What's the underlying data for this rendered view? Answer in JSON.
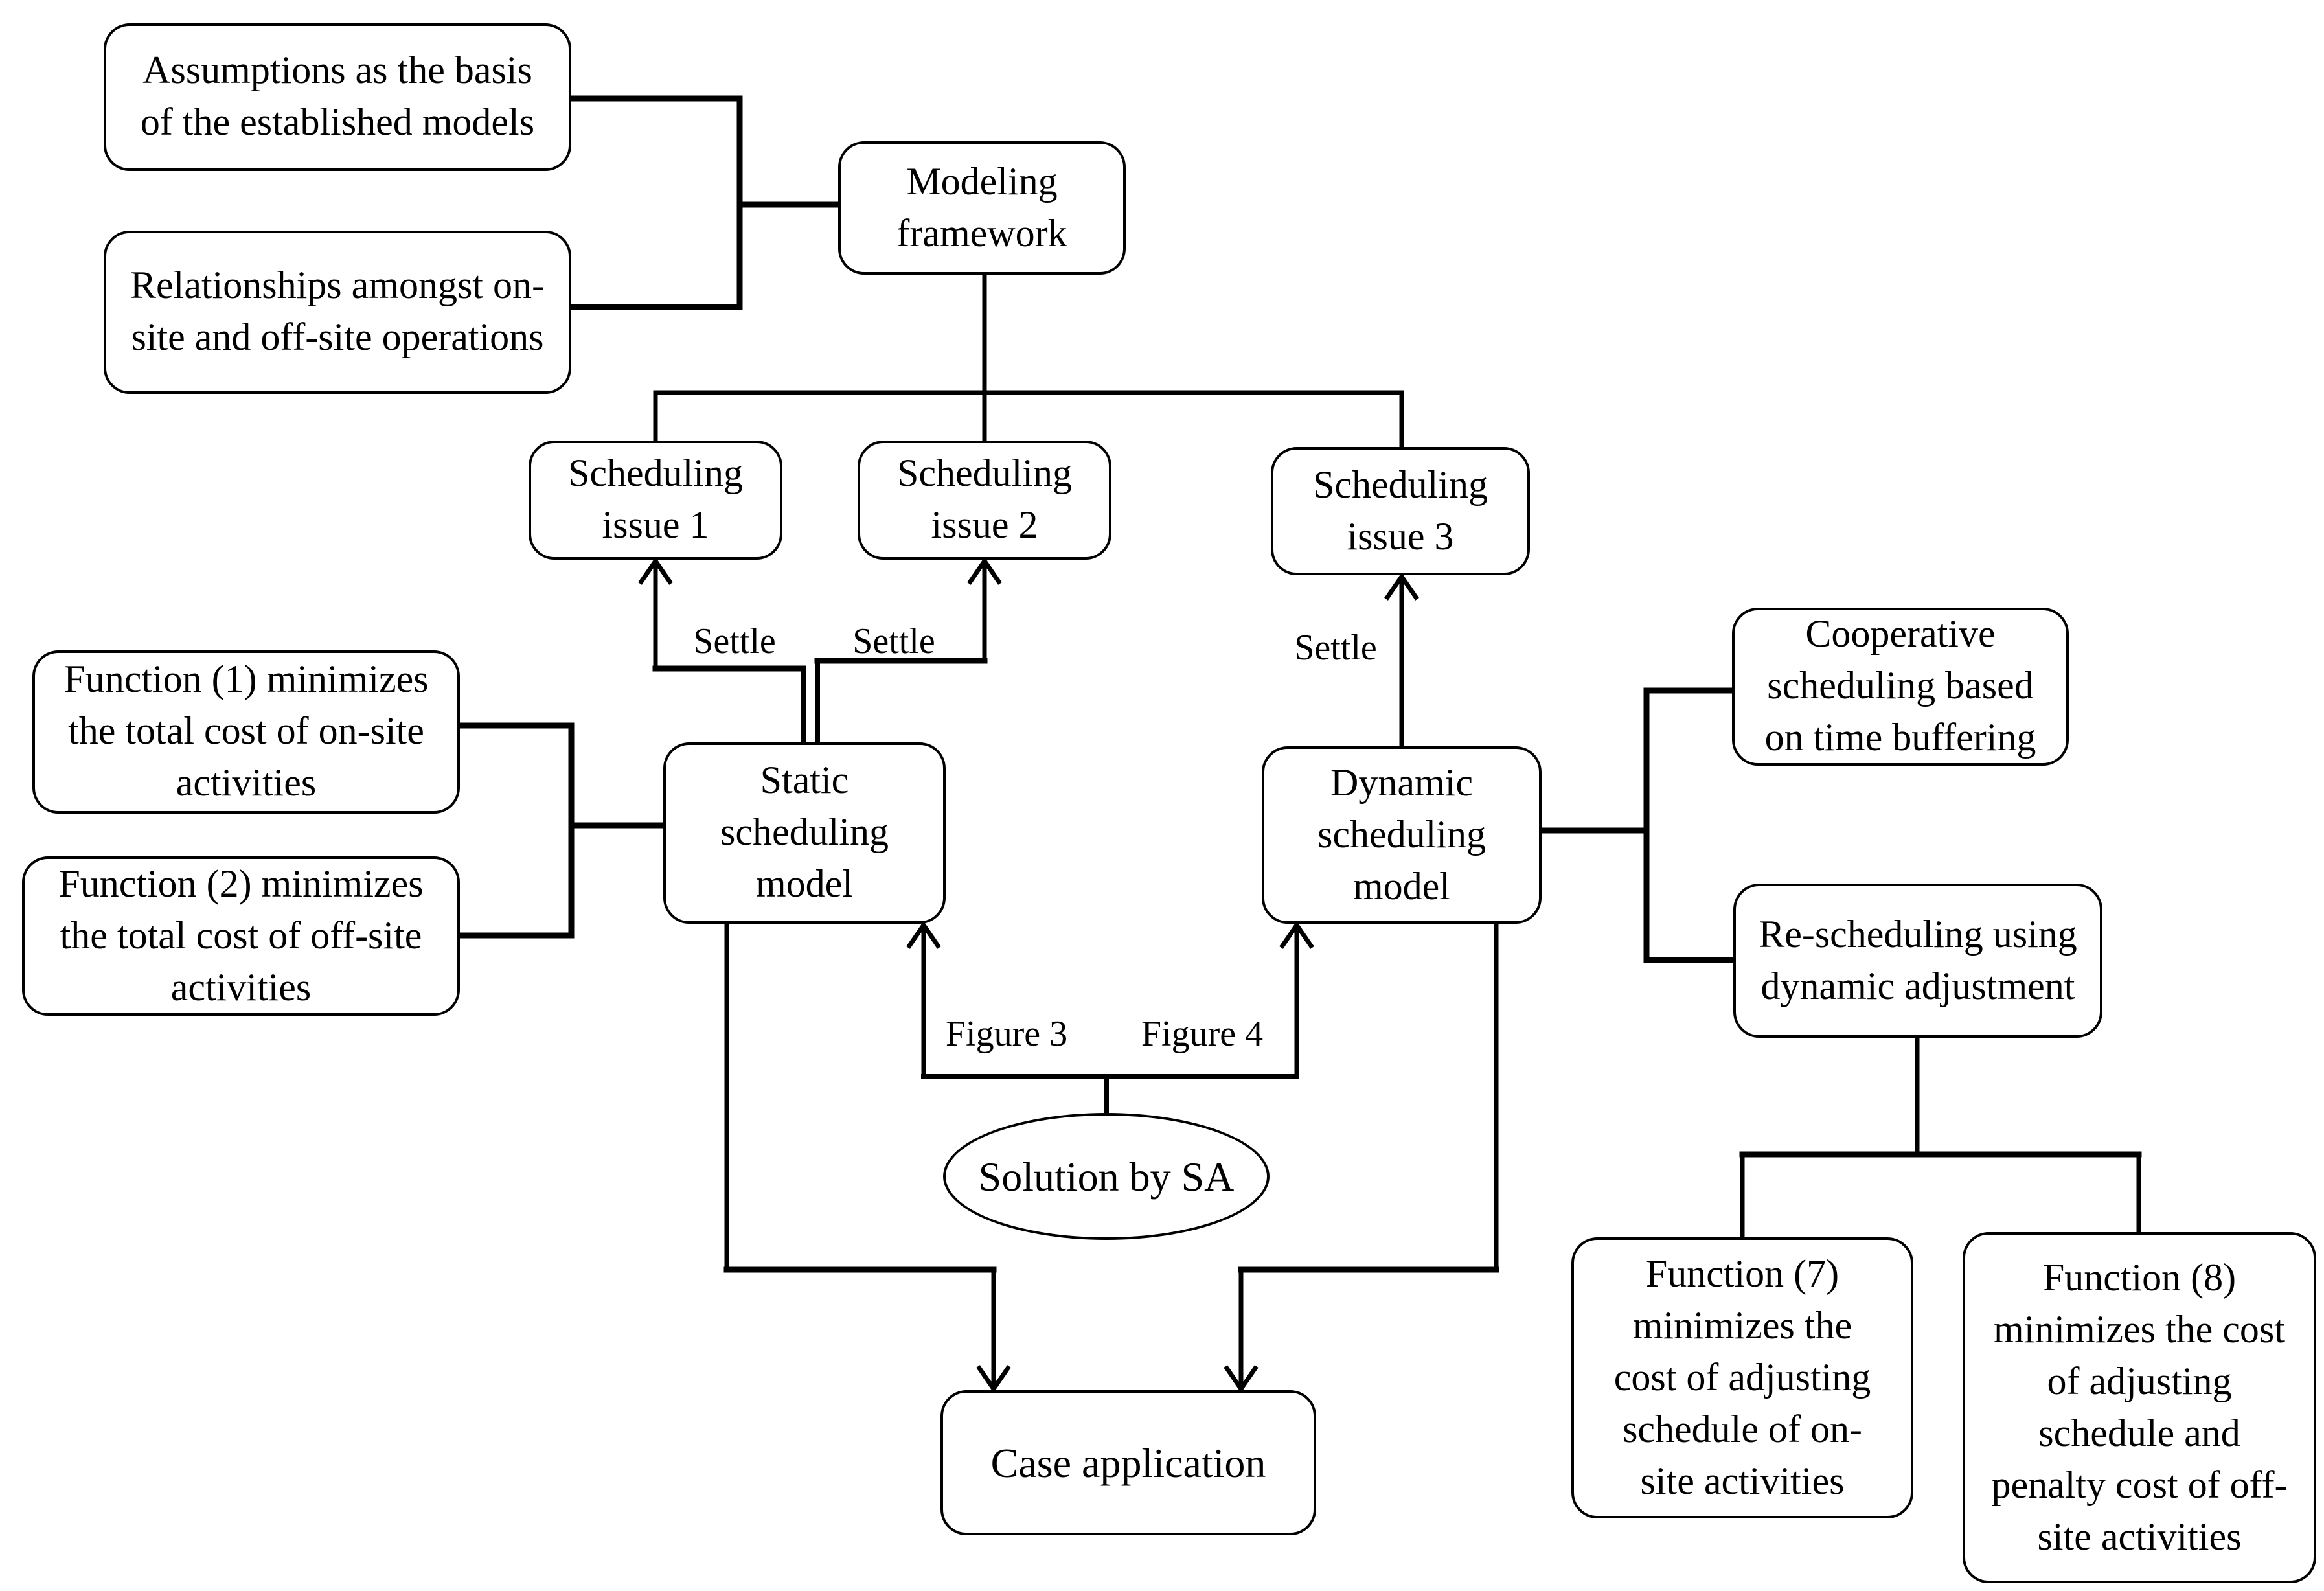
{
  "figure": {
    "background": "#ffffff",
    "line_color": "#000000",
    "text_color": "#000000",
    "nodes": {
      "assumptions": "Assumptions as the basis of the established models",
      "relationships": "Relationships amongst on-site and off-site operations",
      "modeling_framework": "Modeling framework",
      "scheduling_issue_1": "Scheduling issue 1",
      "scheduling_issue_2": "Scheduling issue 2",
      "scheduling_issue_3": "Scheduling issue 3",
      "function_1": "Function (1) minimizes the total cost of on-site activities",
      "function_2": "Function (2) minimizes the total cost of off-site activities",
      "static_model": "Static scheduling model",
      "dynamic_model": "Dynamic scheduling model",
      "cooperative": "Cooperative scheduling based on time buffering",
      "rescheduling": "Re-scheduling using dynamic adjustment",
      "solution_by_sa": "Solution by SA",
      "case_application": "Case application",
      "function_7": "Function (7) minimizes the cost of adjusting schedule of on-site activities",
      "function_8": "Function (8) minimizes the cost of adjusting schedule and penalty cost of off-site activities"
    },
    "edge_labels": {
      "settle_issue_1": "Settle",
      "settle_issue_2": "Settle",
      "settle_issue_3": "Settle",
      "figure_3": "Figure 3",
      "figure_4": "Figure 4"
    }
  }
}
